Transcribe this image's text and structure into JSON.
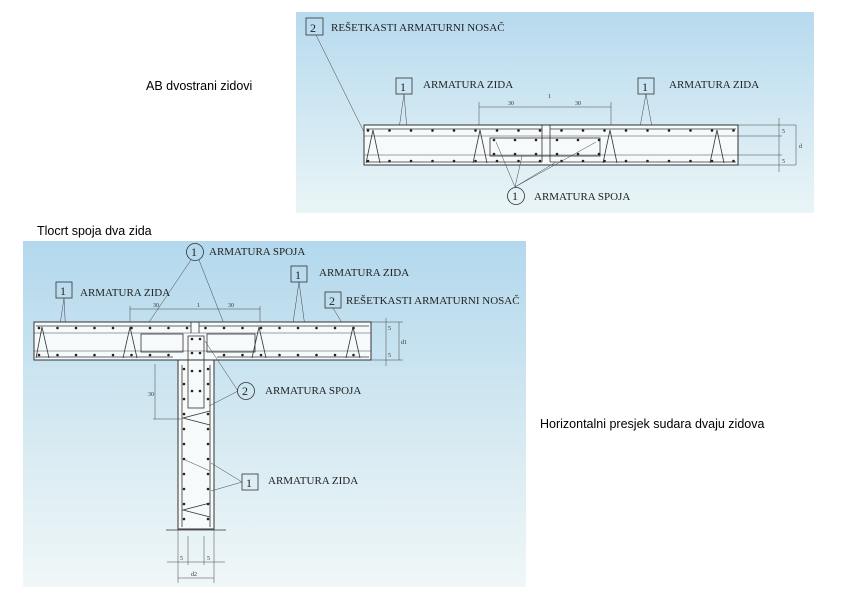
{
  "captions": {
    "top": "AB dvostrani zidovi",
    "middle_left": "Tlocrt spoja dva zida",
    "right": "Horizontalni presjek sudara dvaju zidova"
  },
  "figure1": {
    "truss_tag": "2",
    "truss_label": "REŠETKASTI ARMATURNI NOSAČ",
    "wall_tag": "1",
    "wall_label": "ARMATURA  ZIDA",
    "wall_tag_right": "1",
    "wall_label_right": "ARMATURA  ZIDA",
    "joint_tag": "1",
    "joint_label": "ARMATURA SPOJA",
    "dim_left": "30",
    "dim_right": "30",
    "dim_gap": "1",
    "dim_cover_top": "5",
    "dim_cover_bottom": "5",
    "dim_thickness": "d"
  },
  "figure2": {
    "joint_tag_top": "1",
    "joint_label_top": "ARMATURA SPOJA",
    "wall_tag_left": "1",
    "wall_label_left": "ARMATURA  ZIDA",
    "wall_tag_right": "1",
    "wall_label_right": "ARMATURA  ZIDA",
    "truss_tag": "2",
    "truss_label": "REŠETKASTI ARMATURNI NOSAČ",
    "joint_tag_mid": "2",
    "joint_label_mid": "ARMATURA SPOJA",
    "wall_tag_lower": "1",
    "wall_label_lower": "ARMATURA  ZIDA",
    "dim_left": "30",
    "dim_right": "30",
    "dim_gap": "1",
    "dim_vertical": "30",
    "dim_cover_top": "5",
    "dim_cover_bottom": "5",
    "dim_d1": "d1",
    "dim_cover_left": "5",
    "dim_cover_right": "5",
    "dim_d2": "d2"
  }
}
